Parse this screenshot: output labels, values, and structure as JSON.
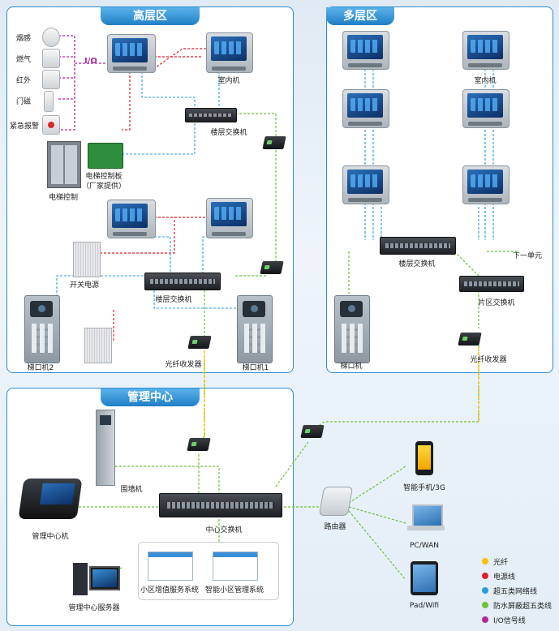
{
  "sections": {
    "high_rise": "高层区",
    "multi_story": "多层区",
    "management": "管理中心"
  },
  "high_rise": {
    "sensors": [
      "烟感",
      "燃气",
      "红外",
      "门磁",
      "紧急报警"
    ],
    "io_label": "I/O",
    "indoor_unit": "室内机",
    "floor_switch": "楼层交换机",
    "elevator_control": "电梯控制",
    "elevator_board": "电梯控制板",
    "elevator_board_note": "（厂家提供）",
    "power_switch": "开关电源",
    "floor_switch_2": "楼层交换机",
    "door_unit_2": "梯口机2",
    "door_unit_1": "梯口机1",
    "fiber_transceiver": "光纤收发器"
  },
  "multi_story": {
    "indoor_unit": "室内机",
    "floor_switch": "楼层交换机",
    "next_unit": "下一单元",
    "area_switch": "片区交换机",
    "door_unit": "梯口机",
    "fiber_transceiver": "光纤收发器"
  },
  "management": {
    "wall_unit": "围墙机",
    "center_unit": "管理中心机",
    "center_switch": "中心交换机",
    "router": "路由器",
    "phone": "智能手机/3G",
    "pc": "PC/WAN",
    "pad": "Pad/Wifi",
    "vas_system": "小区增值服务系统",
    "mgmt_system": "智能小区管理系统",
    "server": "管理中心服务器"
  },
  "legend": [
    {
      "label": "光纤",
      "color": "#f2c200"
    },
    {
      "label": "电源线",
      "color": "#e0202a"
    },
    {
      "label": "超五类网络线",
      "color": "#2a9be0"
    },
    {
      "label": "防水屏蔽超五类线",
      "color": "#6cc23a"
    },
    {
      "label": "I/O信号线",
      "color": "#b02a9e"
    }
  ]
}
